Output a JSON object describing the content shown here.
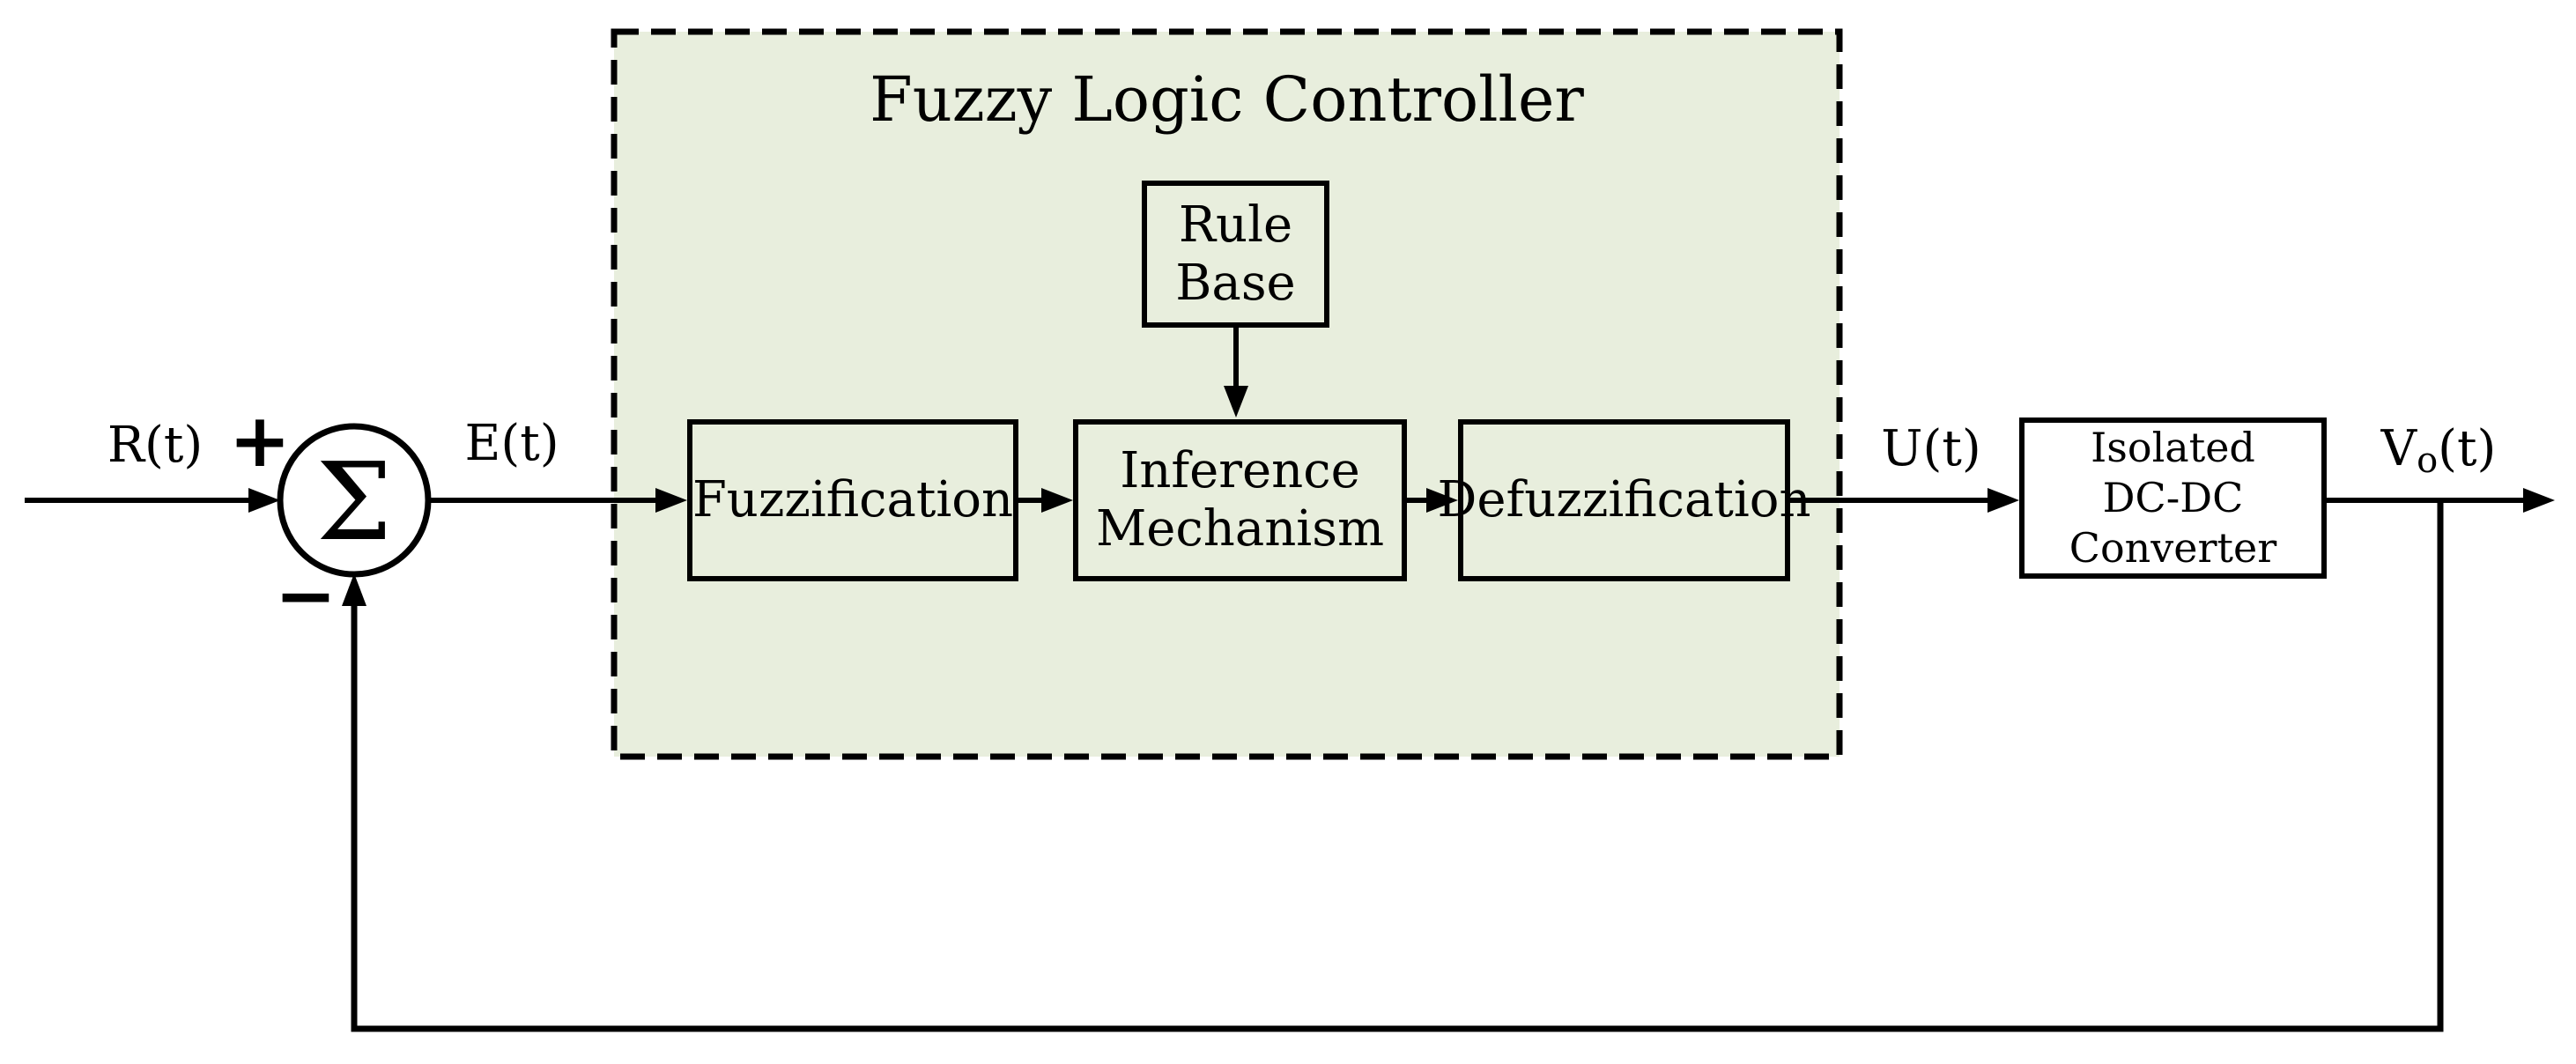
{
  "colors": {
    "background": "#ffffff",
    "stroke": "#000000",
    "flc_fill": "#e8eedd"
  },
  "diagram": {
    "title": "Fuzzy Logic Controller",
    "signals": {
      "reference": "R(t)",
      "error": "E(t)",
      "control": "U(t)",
      "output_prefix": "V",
      "output_sub": "o",
      "output_suffix": "(t)",
      "plus": "+",
      "minus": "−",
      "sigma": "Σ"
    },
    "blocks": {
      "rule_base": {
        "line1": "Rule",
        "line2": "Base"
      },
      "fuzzification": {
        "label": "Fuzzification"
      },
      "inference": {
        "line1": "Inference",
        "line2": "Mechanism"
      },
      "defuzzification": {
        "label": "Defuzzification"
      },
      "converter": {
        "line1": "Isolated",
        "line2": "DC-DC",
        "line3": "Converter"
      }
    }
  }
}
